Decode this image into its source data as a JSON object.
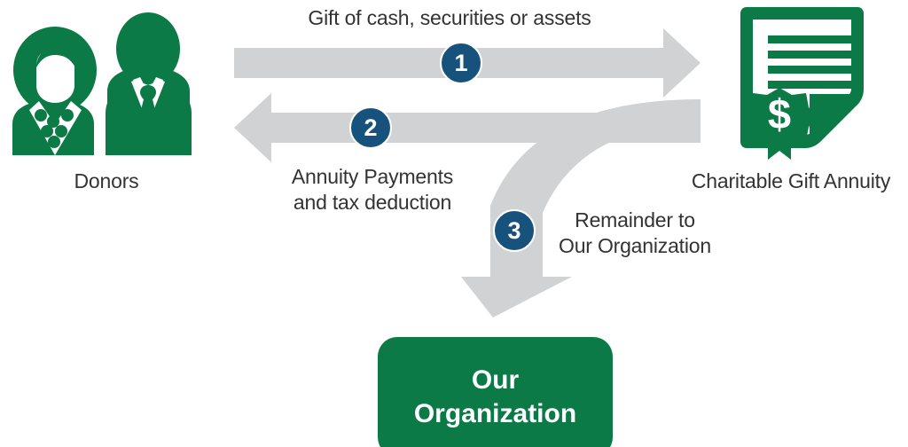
{
  "diagram": {
    "title": "Charitable Gift Annuity flow diagram",
    "colors": {
      "green": "#0b7a46",
      "navy": "#17527d",
      "arrow_gray": "#d0d2d3",
      "text": "#333333",
      "background": "#ffffff"
    },
    "nodes": {
      "donors": {
        "label": "Donors",
        "icon": "two-people-icon"
      },
      "annuity": {
        "label": "Charitable Gift Annuity",
        "icon": "certificate-dollar-seal-icon"
      },
      "organization": {
        "label": "Our\nOrganization",
        "line1": "Our",
        "line2": "Organization"
      }
    },
    "steps": [
      {
        "number": "1",
        "label": "Gift of cash, securities or assets",
        "direction": "donors-to-annuity"
      },
      {
        "number": "2",
        "label": "Annuity Payments\nand tax deduction",
        "line1": "Annuity Payments",
        "line2": "and tax deduction",
        "direction": "annuity-to-donors"
      },
      {
        "number": "3",
        "label": "Remainder to\nOur Organization",
        "line1": "Remainder to",
        "line2": "Our Organization",
        "direction": "annuity-to-organization"
      }
    ]
  }
}
